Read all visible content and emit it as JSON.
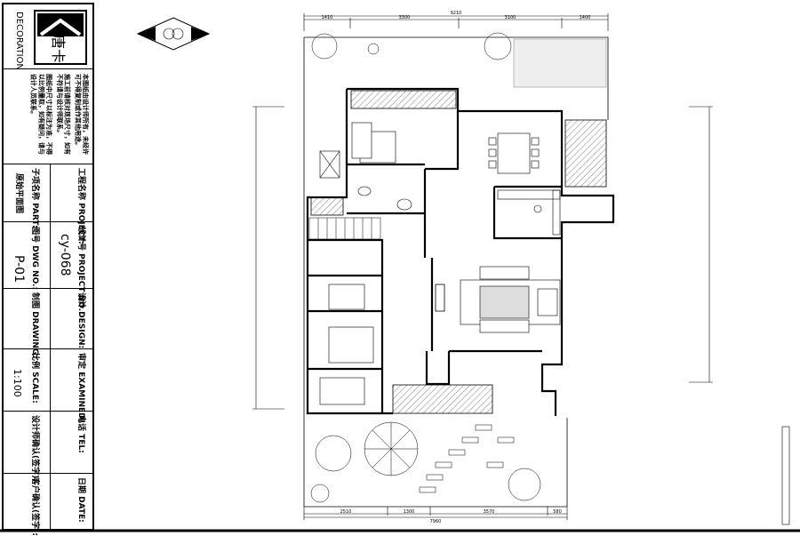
{
  "title_block": {
    "brand": "DECORATION",
    "logo_text": "唐卡装饰",
    "notes": [
      "本图纸由设计师所有，未经许可不得复制或作其他用途。",
      "施工前请核对现场尺寸，如有不符请与设计师联系。",
      "图纸中尺寸以标注为准，不得以比例量取，如有疑问，请与设计人员联系。"
    ],
    "project_label": "工程名称 PROJECT:",
    "part_label": "子项名称 PART:",
    "part_value": "原始平面图",
    "project_no_label": "设计号 PROJECT NO.:",
    "project_no_value": "cy-068",
    "dwg_no_label": "图号 DWG NO.:",
    "dwg_no_value": "P-01",
    "design_label": "设计 DESIGN:",
    "drawing_label": "制图 DRAWING:",
    "examined_label": "审定 EXAMINED:",
    "scale_label": "比例 SCALE:",
    "scale_value": "1:100",
    "tel_label": "电话 TEL:",
    "designer_confirm_label": "设计师确认(签字):",
    "date_label": "日期 DATE:",
    "client_confirm_label": "客户确认(签字):"
  },
  "dimensions": {
    "top_total": "9210",
    "top": [
      "1410",
      "3300",
      "3100",
      "1400"
    ],
    "bottom_total": "7960",
    "bottom": [
      "2510",
      "1300",
      "3570",
      "580"
    ]
  }
}
